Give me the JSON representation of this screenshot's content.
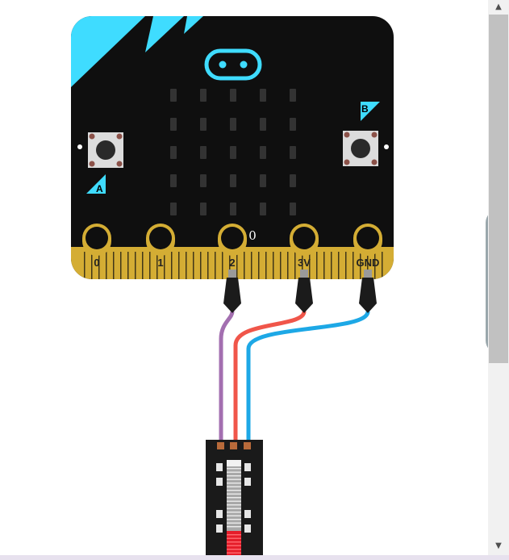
{
  "board": {
    "pins": [
      "0",
      "1",
      "2",
      "3V",
      "GND"
    ],
    "pin2_value": "0",
    "button_a": "A",
    "button_b": "B"
  },
  "colors": {
    "board_body": "#0f0f0f",
    "accent_cyan": "#3fdcff",
    "pin_gold": "#d4ad34",
    "wire_signal": "#a36fb0",
    "wire_power": "#f0564a",
    "wire_ground": "#1da8e6",
    "slider_red": "#e51d2a"
  },
  "icons": {
    "panel_toggle": "chevron-left-icon",
    "scroll_up": "triangle-up-icon",
    "scroll_down": "triangle-down-icon"
  }
}
